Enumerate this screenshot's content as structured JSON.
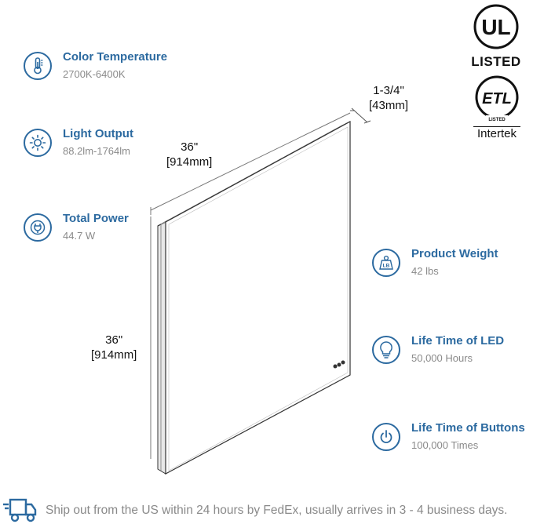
{
  "specs_left": [
    {
      "title": "Color Temperature",
      "value": "2700K-6400K",
      "icon": "thermometer-icon"
    },
    {
      "title": "Light Output",
      "value": "88.2lm-1764lm",
      "icon": "sun-icon"
    },
    {
      "title": "Total Power",
      "value": "44.7 W",
      "icon": "power-plug-icon"
    }
  ],
  "specs_right": [
    {
      "title": "Product Weight",
      "value": "42 lbs",
      "icon": "weight-icon",
      "icon_text": "LB"
    },
    {
      "title": "Life Time of LED",
      "value": "50,000 Hours",
      "icon": "light-bulb-icon"
    },
    {
      "title": "Life Time of Buttons",
      "value": "100,000 Times",
      "icon": "power-button-icon"
    }
  ],
  "dimensions": {
    "depth": {
      "inch": "1-3/4\"",
      "mm": "[43mm]"
    },
    "width": {
      "inch": "36\"",
      "mm": "[914mm]"
    },
    "height": {
      "inch": "36\"",
      "mm": "[914mm]"
    }
  },
  "certifications": {
    "ul": {
      "logo_text": "UL",
      "label": "LISTED"
    },
    "etl": {
      "logo_text": "ETL",
      "sub_text": "LISTED",
      "label": "Intertek"
    }
  },
  "shipping": {
    "message": "Ship out from the US within 24 hours by FedEx, usually arrives in 3 - 4 business days."
  },
  "colors": {
    "accent": "#2c6aa0",
    "muted": "#8a8a8a"
  }
}
